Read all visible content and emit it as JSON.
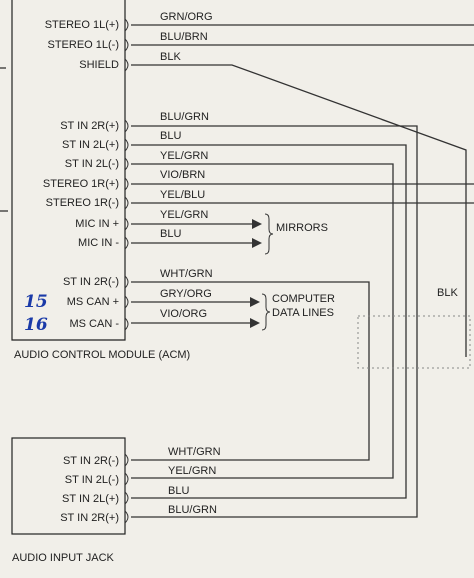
{
  "acm": {
    "caption": "AUDIO CONTROL MODULE (ACM)",
    "pins": [
      {
        "label": "STEREO 1L(+)",
        "wire": "GRN/ORG"
      },
      {
        "label": "STEREO 1L(-)",
        "wire": "BLU/BRN"
      },
      {
        "label": "SHIELD",
        "wire": "BLK"
      },
      {
        "label": "ST IN 2R(+)",
        "wire": "BLU/GRN"
      },
      {
        "label": "ST IN 2L(+)",
        "wire": "BLU"
      },
      {
        "label": "ST IN 2L(-)",
        "wire": "YEL/GRN"
      },
      {
        "label": "STEREO 1R(+)",
        "wire": "VIO/BRN"
      },
      {
        "label": "STEREO 1R(-)",
        "wire": "YEL/BLU"
      },
      {
        "label": "MIC IN +",
        "wire": "YEL/GRN"
      },
      {
        "label": "MIC IN -",
        "wire": "BLU"
      },
      {
        "label": "ST IN 2R(-)",
        "wire": "WHT/GRN"
      },
      {
        "label": "MS CAN +",
        "wire": "GRY/ORG"
      },
      {
        "label": "MS CAN -",
        "wire": "VIO/ORG"
      }
    ]
  },
  "jack": {
    "caption": "AUDIO INPUT JACK",
    "pins": [
      {
        "label": "ST IN 2R(-)",
        "wire": "WHT/GRN"
      },
      {
        "label": "ST IN 2L(-)",
        "wire": "YEL/GRN"
      },
      {
        "label": "ST IN 2L(+)",
        "wire": "BLU"
      },
      {
        "label": "ST IN 2R(+)",
        "wire": "BLU/GRN"
      }
    ]
  },
  "labels": {
    "mirrors": "MIRRORS",
    "computer_line1": "COMPUTER",
    "computer_line2": "DATA LINES",
    "blk": "BLK"
  },
  "handwritten": {
    "ms_can_plus": "15",
    "ms_can_minus": "16"
  }
}
